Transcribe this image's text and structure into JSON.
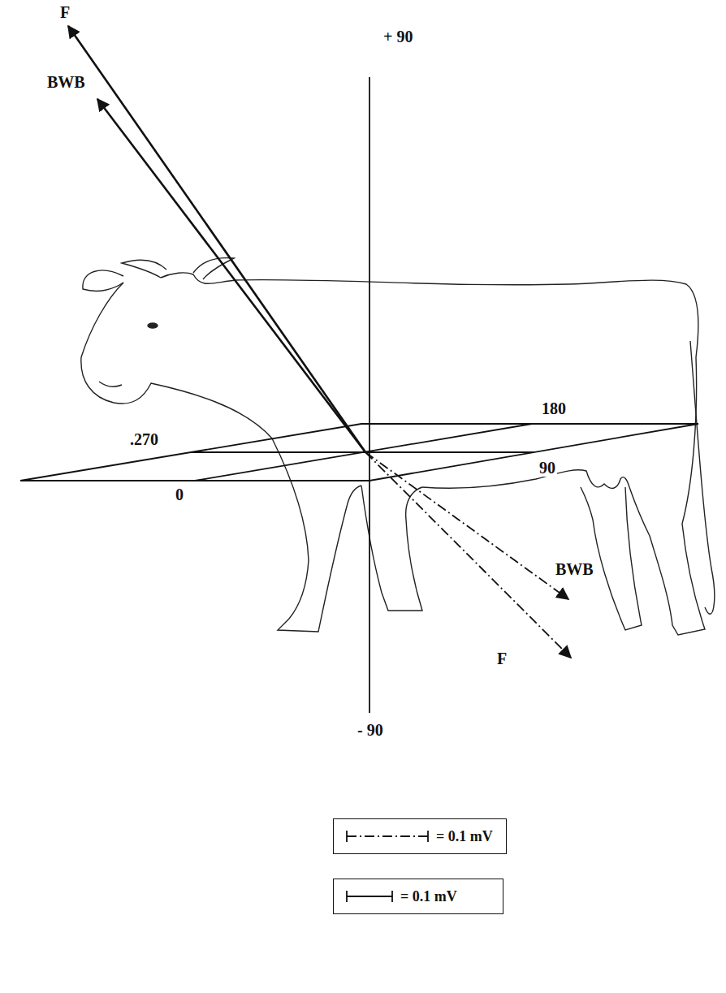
{
  "diagram": {
    "labels": [
      "F",
      "BWB",
      "+ 90",
      "180",
      ".270",
      "90",
      "0",
      "BWB",
      "F",
      "- 90"
    ],
    "legend": [
      {
        "text": "= 0.1 mV"
      },
      {
        "text": "= 0.1 mV"
      }
    ]
  }
}
